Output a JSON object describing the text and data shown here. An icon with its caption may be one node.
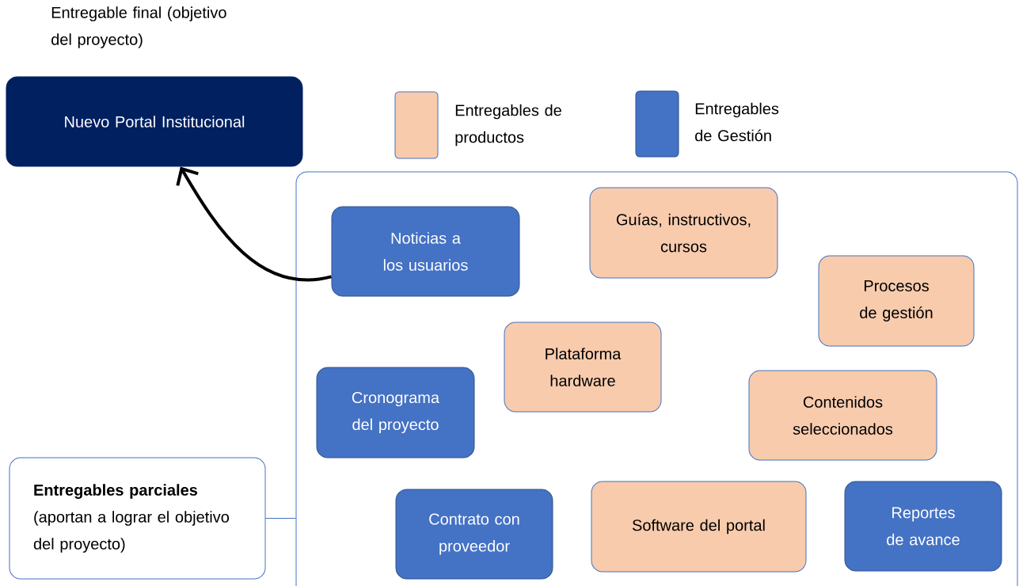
{
  "diagram": {
    "nodes": [
      {
        "text": [
          "Entregable final (objetivo del proyecto)",
          "Nuevo Portal Institucional"
        ]
      },
      {
        "text": [],
        "shape": "box"
      },
      {
        "text": [
          "Noticias a los usuarios"
        ],
        "in": 1
      },
      {
        "text": [
          "Guías, instructivos, cursos"
        ],
        "in": 1
      },
      {
        "text": [
          "Procesos de gestión"
        ],
        "in": 1
      },
      {
        "text": [
          "Plataforma hardware"
        ],
        "in": 1
      },
      {
        "text": [
          "Cronograma del proyecto"
        ],
        "in": 1
      },
      {
        "text": [
          "Contenidos seleccionados"
        ],
        "in": 1
      },
      {
        "text": [
          "Contrato con proveedor"
        ],
        "in": 1
      },
      {
        "text": [
          "Software del portal"
        ],
        "in": 1
      },
      {
        "text": [
          "Reportes de avance"
        ],
        "in": 1
      },
      {
        "text": [
          "**Entregables parciales** (aportan a lograr el objetivo del proyecto)"
        ]
      }
    ],
    "edges": [
      {
        "from": 2,
        "to": 0,
        "arrow": "to",
        "style": "thick"
      },
      {
        "from": 11,
        "to": 1,
        "arrow": "none",
        "color": "#4472c4"
      }
    ],
    "legend": [
      {
        "text": "Entregables de productos",
        "color": "#f8cbad"
      },
      {
        "text": "Entregables de Gestión",
        "color": "#4472c4"
      }
    ]
  }
}
